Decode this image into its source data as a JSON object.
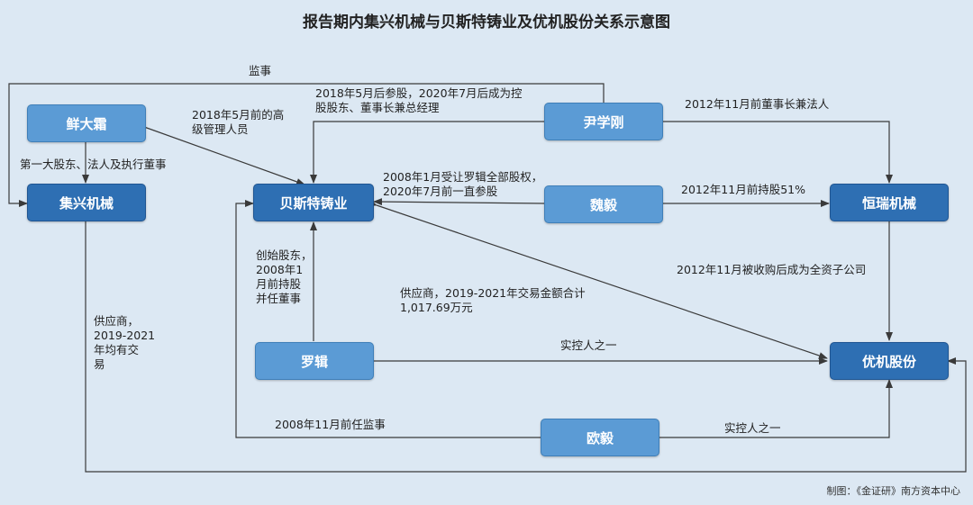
{
  "title": "报告期内集兴机械与贝斯特铸业及优机股份关系示意图",
  "nodes": {
    "xian": "鲜大霜",
    "jixing": "集兴机械",
    "besite": "贝斯特铸业",
    "yin": "尹学刚",
    "wei": "魏毅",
    "hengrui": "恒瑞机械",
    "luo": "罗辑",
    "youji": "优机股份",
    "ou": "欧毅"
  },
  "labels": {
    "jianshi": "监事",
    "yin_to_besite": "2018年5月后参股，2020年7月后成为控\n股股东、董事长兼总经理",
    "xian_to_besite": "2018年5月前的高\n级管理人员",
    "xian_to_jixing": "第一大股东、法人及执行董事",
    "yin_to_hengrui": "2012年11月前董事长兼法人",
    "wei_to_besite": "2008年1月受让罗辑全部股权，\n2020年7月前一直参股",
    "wei_to_hengrui": "2012年11月前持股51%",
    "hengrui_to_youji": "2012年11月被收购后成为全资子公司",
    "luo_to_besite": "创始股东，\n2008年1\n月前持股\n并任董事",
    "besite_youji_trade": "供应商，2019-2021年交易金额合计\n1,017.69万元",
    "jixing_supplier": "供应商，\n2019-2021\n年均有交\n易",
    "luo_to_youji": "实控人之一",
    "ou_to_besite": "2008年11月前任监事",
    "ou_to_youji": "实控人之一"
  },
  "footer": "制图：《金证研》南方资本中心",
  "colors": {
    "background": "#dce8f3",
    "node_light": "#5b9bd5",
    "node_dark": "#2e6fb3",
    "line": "#3a3a3a"
  }
}
